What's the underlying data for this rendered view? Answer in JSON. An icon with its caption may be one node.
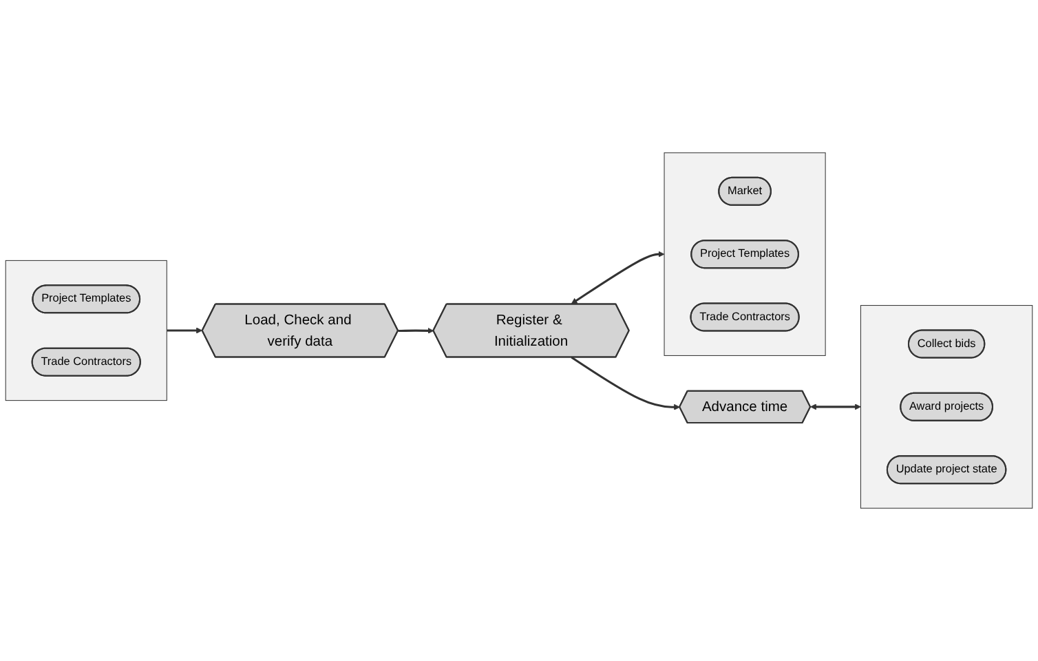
{
  "diagram": {
    "nodes": [
      {
        "text": [],
        "shape": "box"
      },
      {
        "text": [
          "Project Templates"
        ],
        "in": 0
      },
      {
        "text": [
          "Trade Contractors"
        ],
        "in": 0
      },
      {
        "text": [
          "Load, Check and verify data"
        ]
      },
      {
        "text": [
          "Register & Initialization"
        ]
      },
      {
        "text": [
          "Advance time"
        ]
      },
      {
        "text": [],
        "shape": "box"
      },
      {
        "text": [
          "Market"
        ],
        "in": 6
      },
      {
        "text": [
          "Project Templates"
        ],
        "in": 6
      },
      {
        "text": [
          "Trade Contractors"
        ],
        "in": 6
      },
      {
        "text": [],
        "shape": "box"
      },
      {
        "text": [
          "Collect bids"
        ],
        "in": 10
      },
      {
        "text": [
          "Award projects"
        ],
        "in": 10
      },
      {
        "text": [
          "Update project state"
        ],
        "in": 10
      }
    ],
    "edges": [
      {
        "from": 0,
        "to": 3,
        "arrow": "to"
      },
      {
        "from": 3,
        "to": 4,
        "arrow": "to"
      },
      {
        "from": 4,
        "to": 5,
        "arrow": "to"
      },
      {
        "from": 4,
        "to": 6,
        "arrow": "both"
      },
      {
        "from": 5,
        "to": 10,
        "arrow": "both"
      }
    ]
  }
}
